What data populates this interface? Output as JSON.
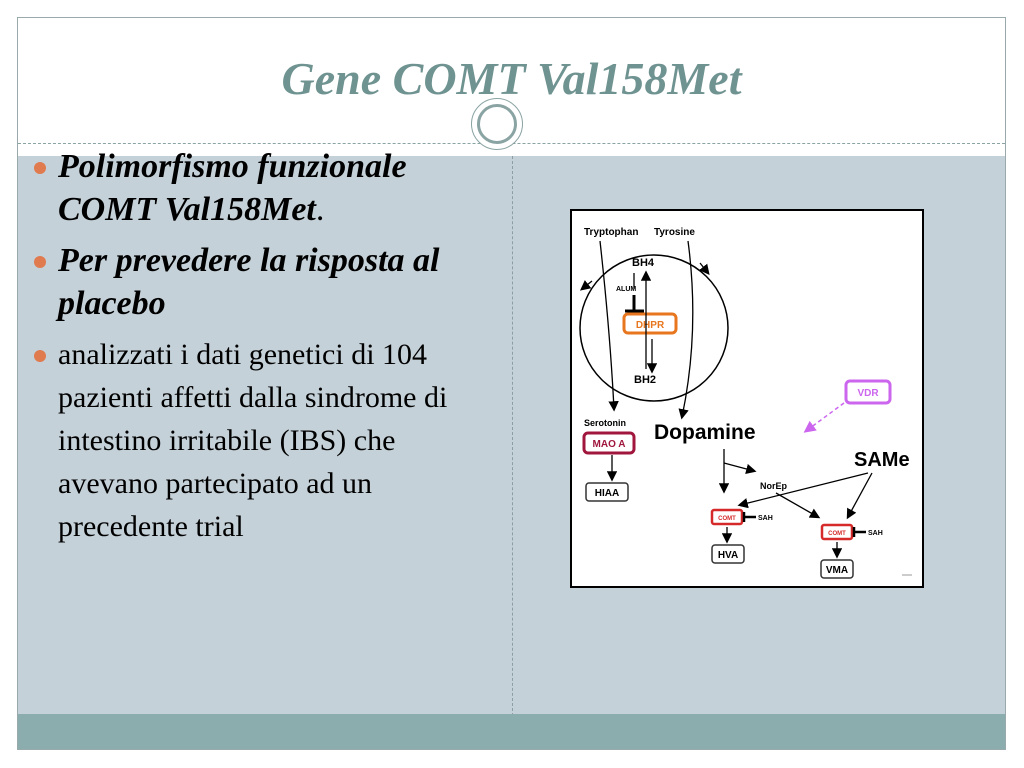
{
  "slide": {
    "title": "Gene COMT Val158Met"
  },
  "bullets": {
    "b1": {
      "text": "Polimorfismo funzionale COMT Val158Met",
      "suffix": "."
    },
    "b2": {
      "text": "Per prevedere la risposta al placebo"
    },
    "b3": {
      "text": " analizzati i dati genetici di 104 pazienti affetti dalla sindrome di intestino irritabile (IBS) che avevano partecipato ad un precedente trial"
    }
  },
  "diagram": {
    "tryptophan": "Tryptophan",
    "tyrosine": "Tyrosine",
    "bh4": "BH4",
    "alum": "ALUM",
    "dhpr": "DHPR",
    "bh2": "BH2",
    "vdr": "VDR",
    "serotonin": "Serotonin",
    "mao_a": "MAO A",
    "dopamine": "Dopamine",
    "same": "SAMe",
    "hiaa": "HIAA",
    "norep": "NorEp",
    "comt_left": "COMT",
    "sah_left": "SAH",
    "comt_right": "COMT",
    "sah_right": "SAH",
    "hva": "HVA",
    "vma": "VMA",
    "colors": {
      "dhpr": "#e8761e",
      "vdr": "#cc66ee",
      "mao": "#a0163c",
      "comt": "#d62a2a"
    }
  },
  "theme": {
    "title_color": "#6f9391",
    "bullet_color": "#e07a4f",
    "content_bg": "#c5d1d8",
    "footer_bg": "#8badad"
  }
}
